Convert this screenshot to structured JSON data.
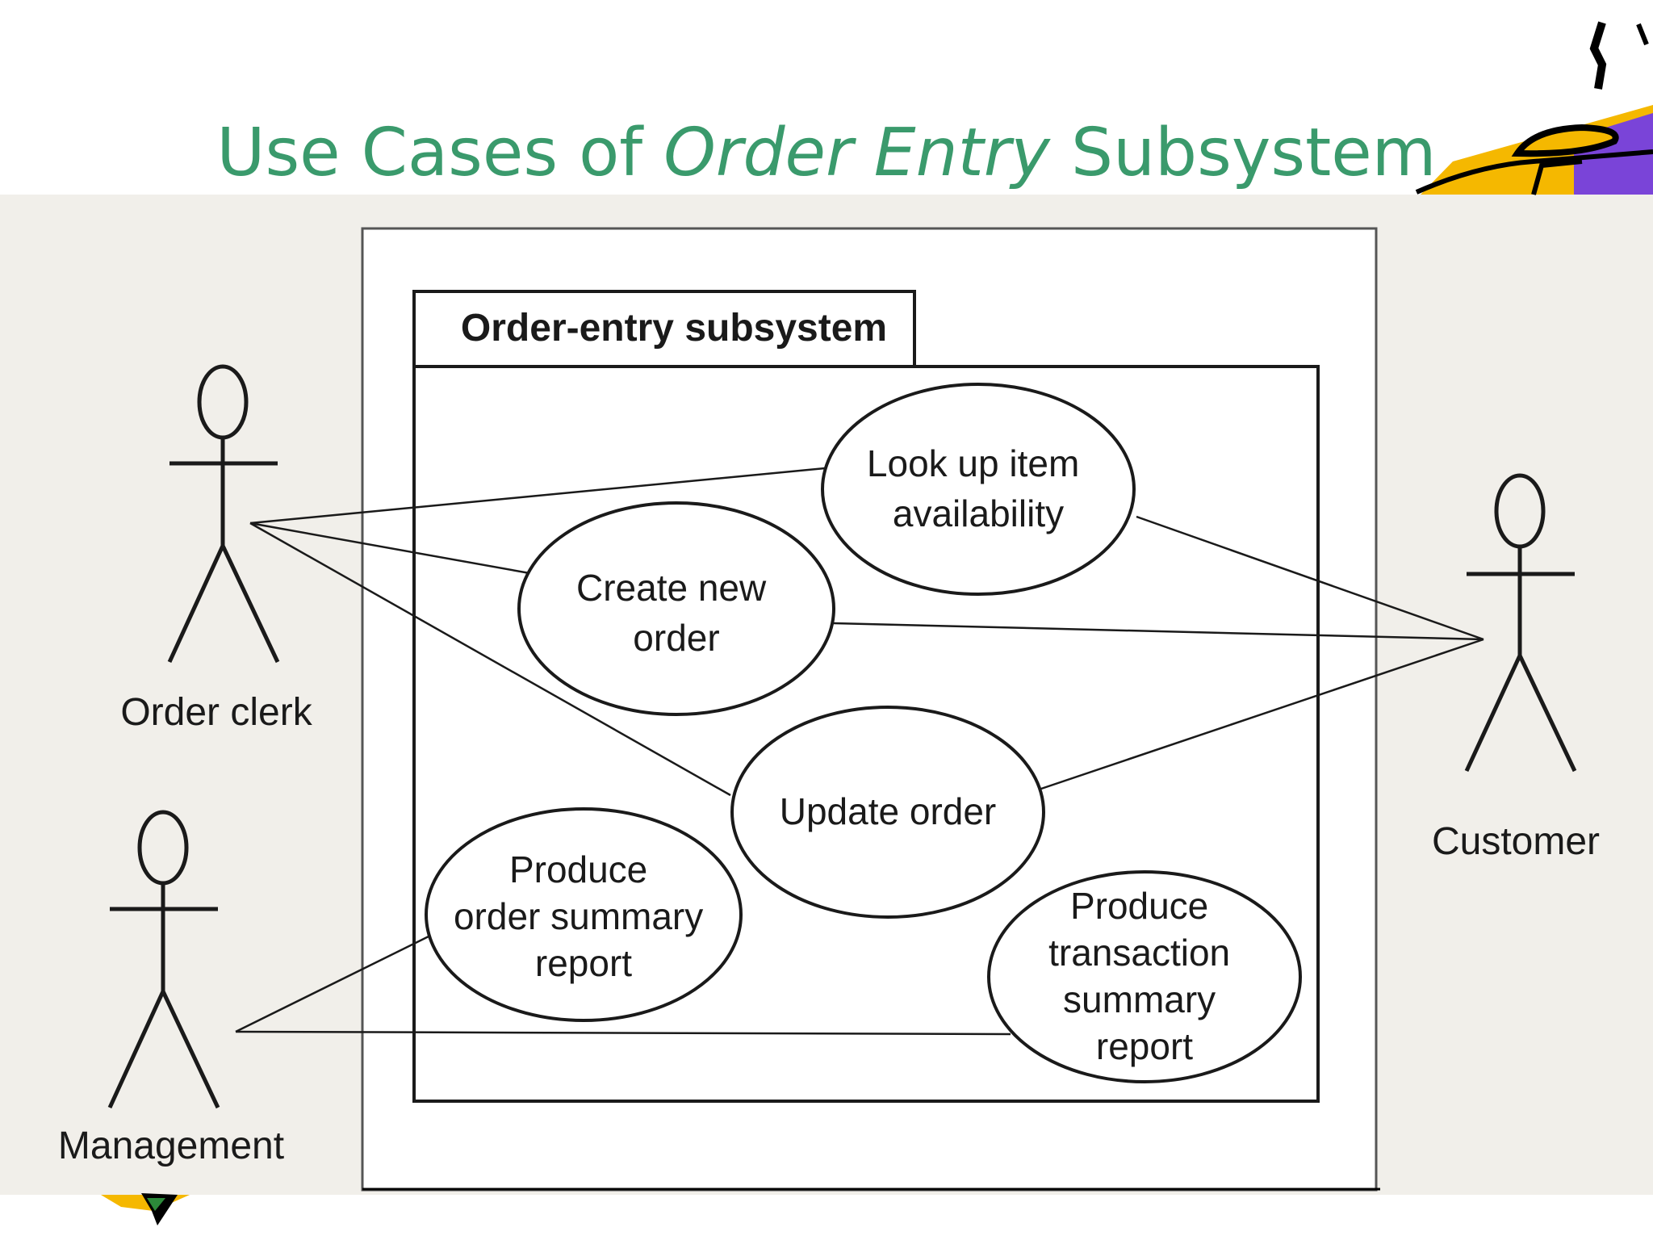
{
  "slide": {
    "title_prefix": "Use Cases of ",
    "title_italic": "Order Entry",
    "title_suffix": " Subsystem",
    "title_color": "#3a9a6c"
  },
  "diagram": {
    "subsystem_label": "Order-entry subsystem",
    "actors": {
      "order_clerk": "Order clerk",
      "management": "Management",
      "customer": "Customer"
    },
    "use_cases": {
      "look_up": [
        "Look up item",
        "availability"
      ],
      "create_order": [
        "Create new",
        "order"
      ],
      "update_order": [
        "Update order"
      ],
      "order_summary": [
        "Produce",
        "order summary",
        "report"
      ],
      "transaction_summary": [
        "Produce",
        "transaction",
        "summary",
        "report"
      ]
    },
    "associations": [
      [
        "order_clerk",
        "look_up"
      ],
      [
        "order_clerk",
        "create_order"
      ],
      [
        "order_clerk",
        "update_order"
      ],
      [
        "customer",
        "look_up"
      ],
      [
        "customer",
        "create_order"
      ],
      [
        "customer",
        "update_order"
      ],
      [
        "management",
        "order_summary"
      ],
      [
        "management",
        "transaction_summary"
      ]
    ]
  },
  "decorations": {
    "clip_art_icon": "running-figure-clipart",
    "accent_colors": [
      "#f5b800",
      "#7a44d8",
      "#000000"
    ]
  }
}
